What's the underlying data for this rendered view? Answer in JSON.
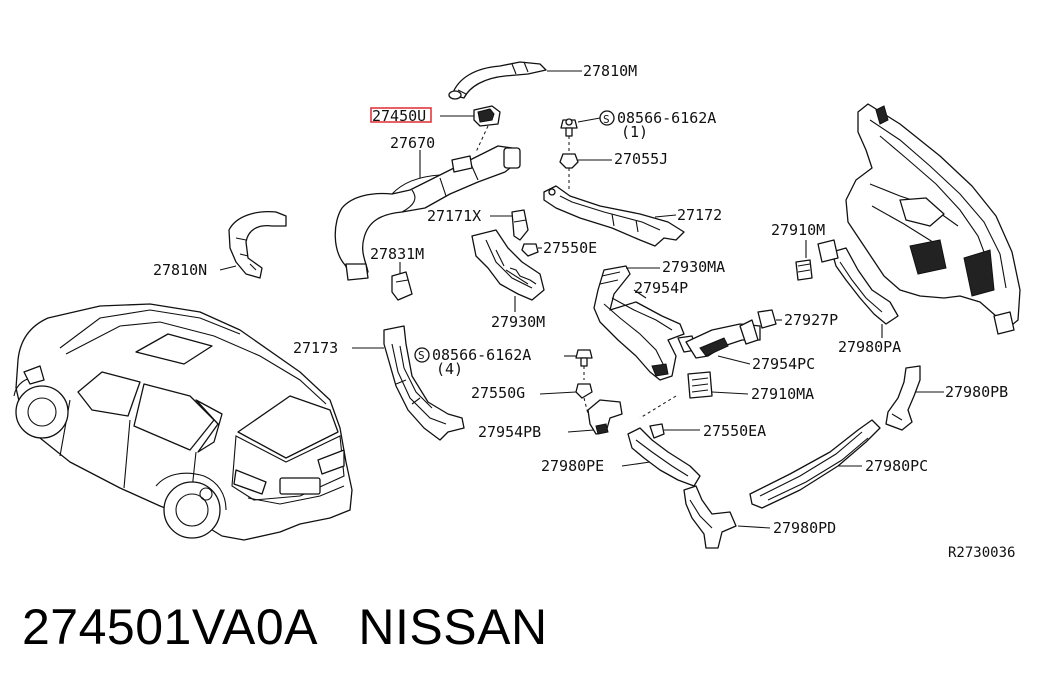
{
  "diagram": {
    "labels": {
      "p27810M": "27810M",
      "p27450U": "27450U",
      "p27670": "27670",
      "p08566_top": "08566-6162A",
      "p08566_top_qty": "(1)",
      "p27055J": "27055J",
      "p27172": "27172",
      "p27171X": "27171X",
      "p27910M": "27910M",
      "p27810N": "27810N",
      "p27831M": "27831M",
      "p27550E": "27550E",
      "p27930MA": "27930MA",
      "p27954P": "27954P",
      "p27930M": "27930M",
      "p27927P": "27927P",
      "p27980PA": "27980PA",
      "p27173": "27173",
      "p08566_mid": "08566-6162A",
      "p08566_mid_qty": "(4)",
      "p27954PC": "27954PC",
      "p27550G": "27550G",
      "p27910MA": "27910MA",
      "p27980PB": "27980PB",
      "p27954PB": "27954PB",
      "p27550EA": "27550EA",
      "p27980PE": "27980PE",
      "p27980PC": "27980PC",
      "p27980PD": "27980PD",
      "ref_code": "R2730036"
    },
    "screw_symbol": "S",
    "highlight_color": "#e0383e"
  },
  "footer": {
    "part_number": "274501VA0A",
    "brand": "NISSAN"
  }
}
